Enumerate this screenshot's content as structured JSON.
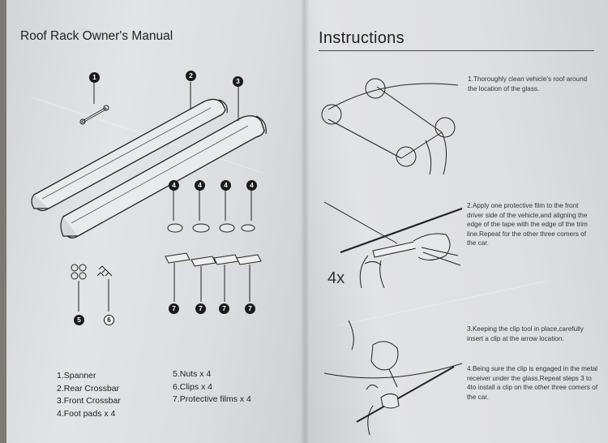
{
  "left_page": {
    "title": "Roof Rack Owner's Manual",
    "parts": [
      "1.Spanner",
      "2.Rear Crossbar",
      "3.Front Crossbar",
      "4.Foot pads x 4",
      "5.Nuts x 4",
      "6.Clips x 4",
      "7.Protective films x 4"
    ],
    "callouts": [
      "1",
      "2",
      "3",
      "4",
      "5",
      "6",
      "7"
    ]
  },
  "right_page": {
    "title": "Instructions",
    "steps": [
      "1.Thoroughly clean vehicle's roof around the location of the glass.",
      "2.Apply one protective film to the front driver side of the vehicle,and aligning the edge of the tape with the edge of the trim line.Repeat for the other three comers of the car.",
      "3.Keeping the clip tool in place,carefully insert a clip at the arrow location.",
      "4.Being sure the clip is engaged in the metal receiver under the glass.Repeat steps 3 to 4to install a clip on the other three comers of the car."
    ],
    "multiplier_label": "4x"
  }
}
